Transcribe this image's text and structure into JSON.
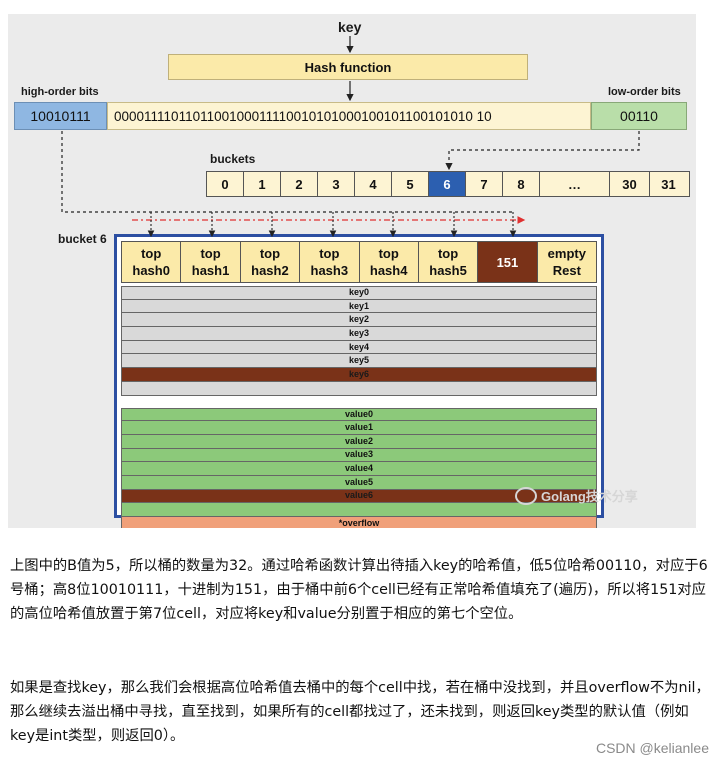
{
  "diagram": {
    "key_label": "key",
    "hash_function": "Hash function",
    "high_order_label": "high-order bits",
    "low_order_label": "low-order bits",
    "hash_bits": {
      "high": "10010111",
      "middle": "0000111101101100100011110010101000100101100101010 10",
      "low": "00110"
    },
    "buckets_label": "buckets",
    "bucket_cells": [
      "0",
      "1",
      "2",
      "3",
      "4",
      "5",
      "6",
      "7",
      "8",
      "…",
      "30",
      "31"
    ],
    "selected_bucket": "6",
    "bucket6_label": "bucket 6",
    "tophash": [
      {
        "l1": "top",
        "l2": "hash0"
      },
      {
        "l1": "top",
        "l2": "hash1"
      },
      {
        "l1": "top",
        "l2": "hash2"
      },
      {
        "l1": "top",
        "l2": "hash3"
      },
      {
        "l1": "top",
        "l2": "hash4"
      },
      {
        "l1": "top",
        "l2": "hash5"
      },
      {
        "l1": "151",
        "l2": ""
      },
      {
        "l1": "empty",
        "l2": "Rest"
      }
    ],
    "keys": [
      "key0",
      "key1",
      "key2",
      "key3",
      "key4",
      "key5",
      "key6"
    ],
    "values": [
      "value0",
      "value1",
      "value2",
      "value3",
      "value4",
      "value5",
      "value6"
    ],
    "overflow": "*overflow",
    "watermark": "Golang技术分享",
    "colors": {
      "filled_cell": "#7a3218",
      "selected_bucket": "#2c5fb0",
      "frame": "#2c4fa2",
      "arrow_red": "#e03030"
    }
  },
  "text": {
    "paragraph1": "上图中的B值为5，所以桶的数量为32。通过哈希函数计算出待插入key的哈希值，低5位哈希00110，对应于6号桶；高8位10010111，十进制为151，由于桶中前6个cell已经有正常哈希值填充了(遍历)，所以将151对应的高位哈希值放置于第7位cell，对应将key和value分别置于相应的第七个空位。",
    "paragraph2": "如果是查找key，那么我们会根据高位哈希值去桶中的每个cell中找，若在桶中没找到，并且overflow不为nil，那么继续去溢出桶中寻找，直至找到，如果所有的cell都找过了，还未找到，则返回key类型的默认值（例如key是int类型，则返回0）。",
    "credit": "CSDN @kelianlee"
  }
}
